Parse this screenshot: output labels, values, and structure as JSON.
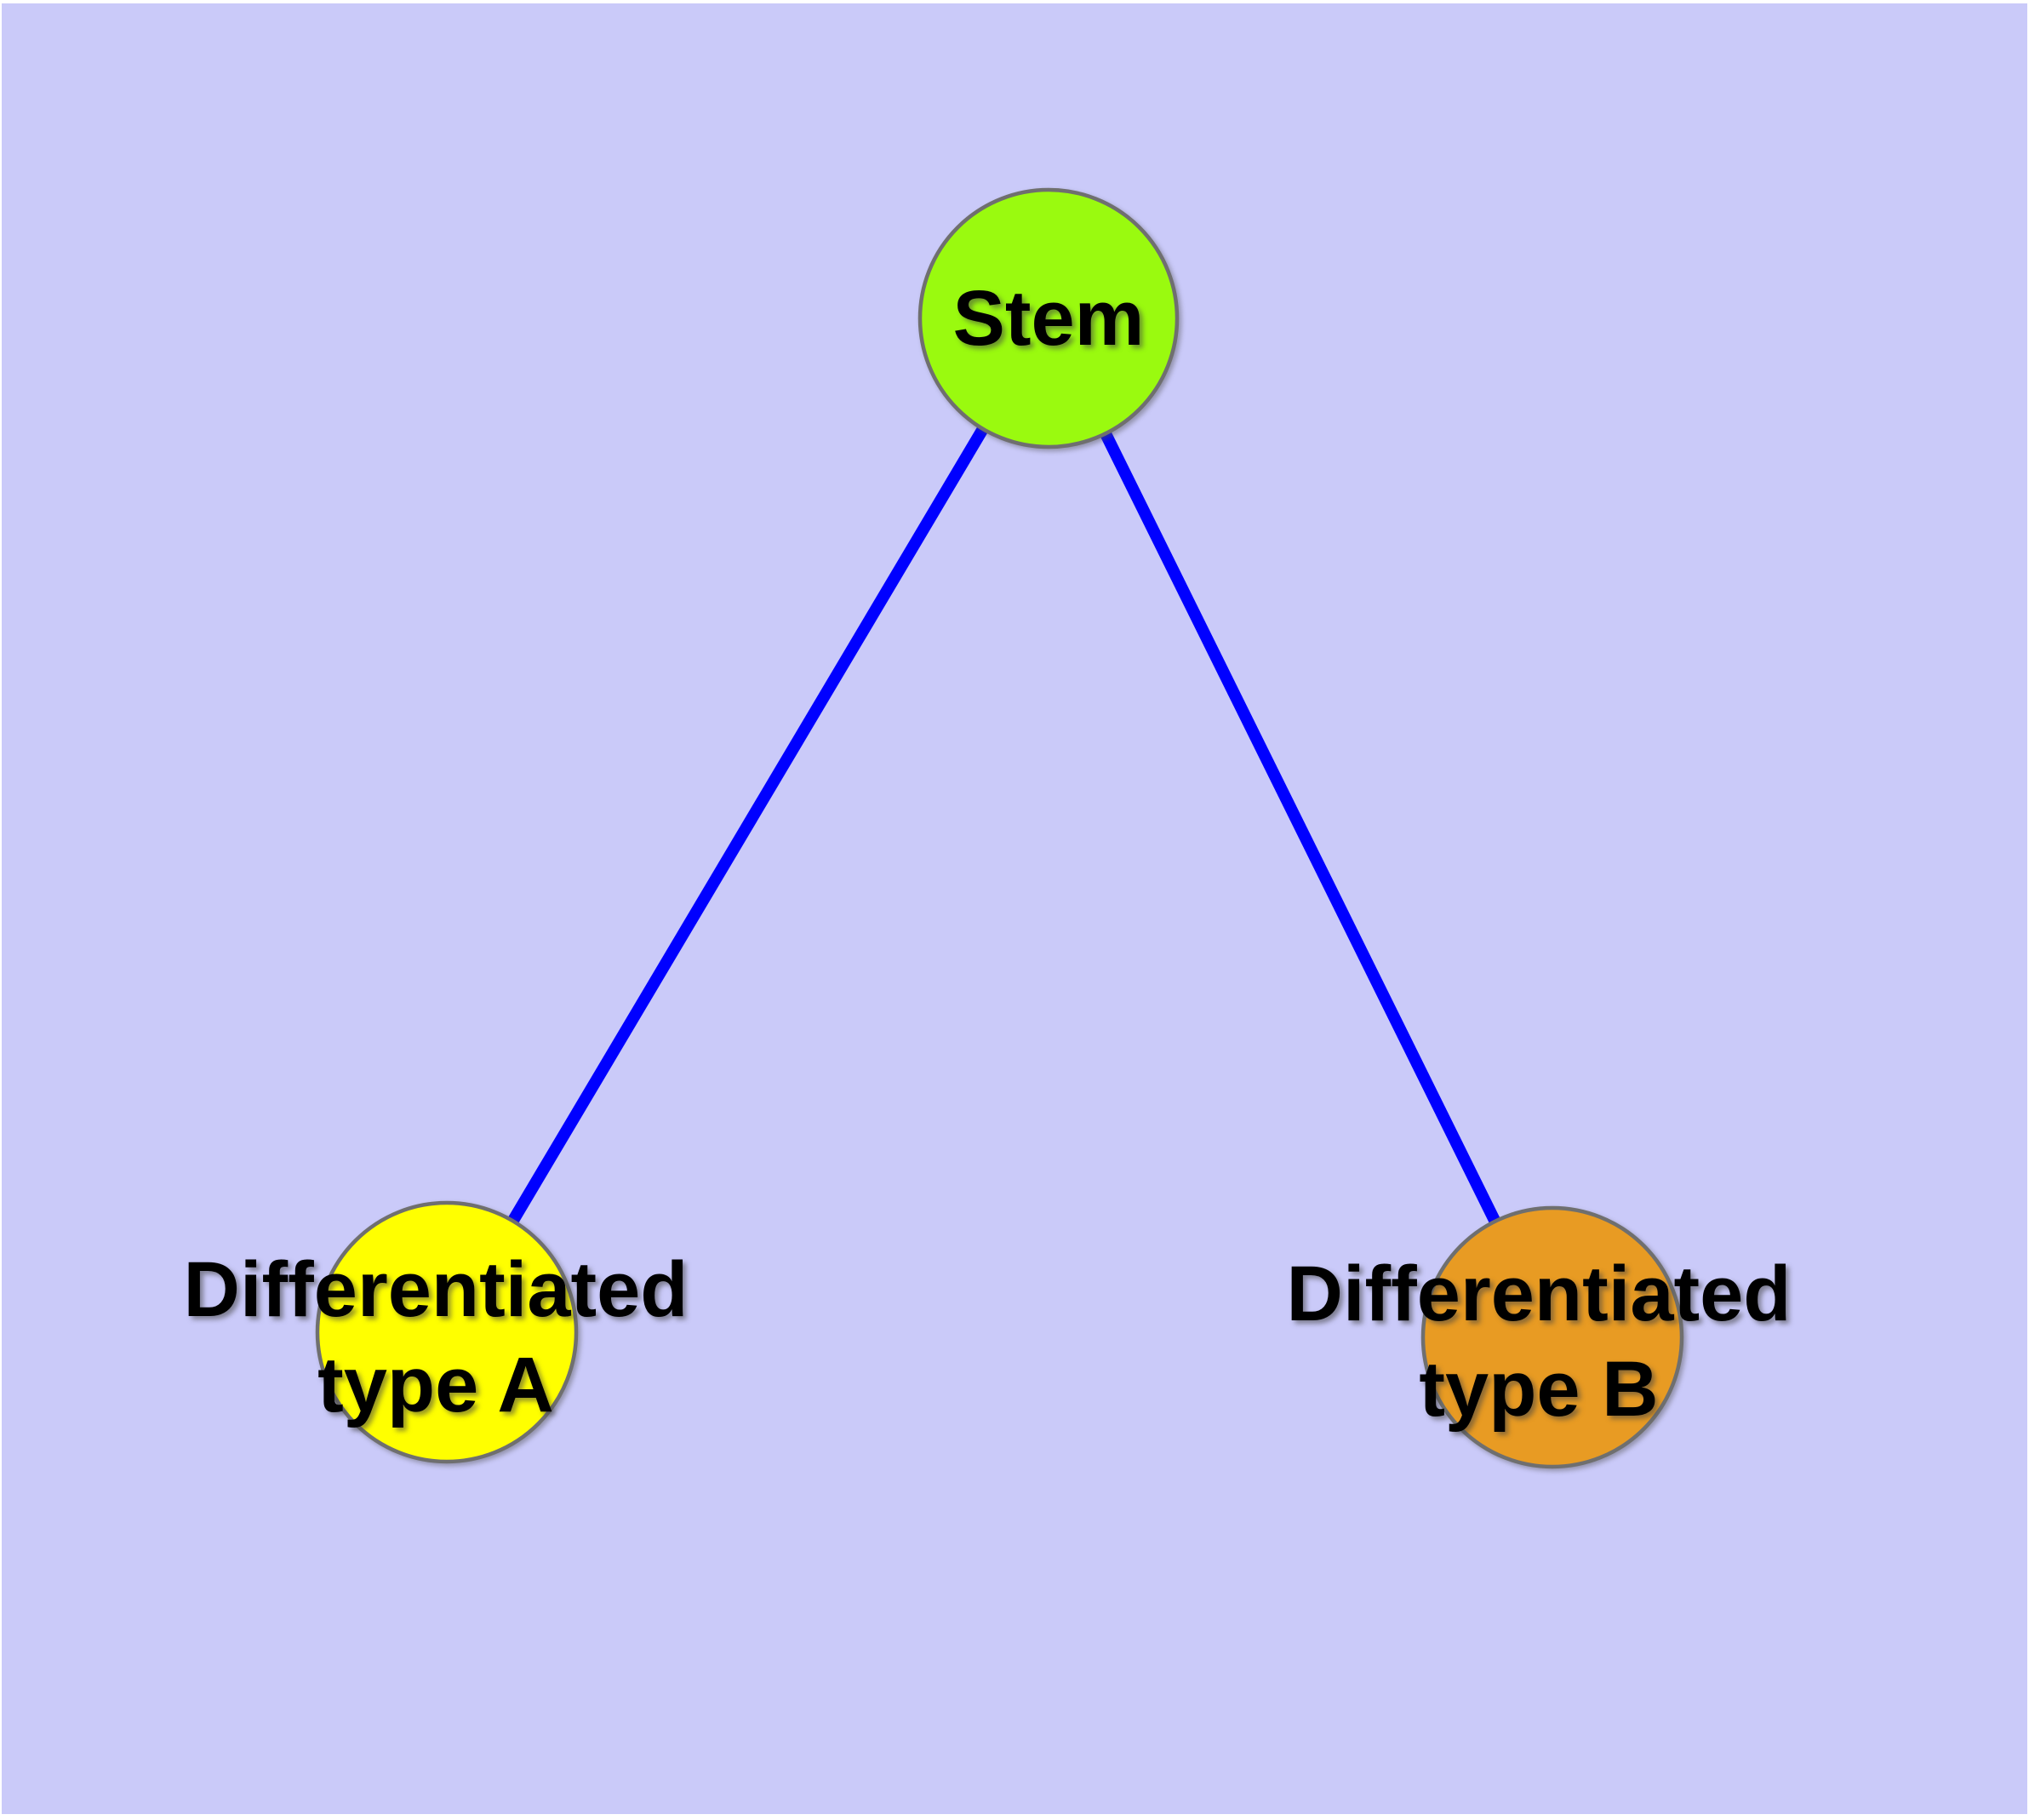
{
  "canvas": {
    "page_color": "#ffffff",
    "background_color": "#cacaf9"
  },
  "graph": {
    "text_color": "#000000",
    "nodes": [
      {
        "id": "stem",
        "label": "Stem",
        "fill": "#9afa0f",
        "border_color": "#6f6f6f"
      },
      {
        "id": "differentiated-type-a",
        "label": "Differentiated\ntype A",
        "fill": "#ffff00",
        "border_color": "#6f6f6f"
      },
      {
        "id": "differentiated-type-b",
        "label": "Differentiated\ntype B",
        "fill": "#e89b23",
        "border_color": "#6f6f6f"
      }
    ],
    "edges": [
      {
        "from": "stem",
        "to": "differentiated-type-a",
        "color": "#0000ff"
      },
      {
        "from": "stem",
        "to": "differentiated-type-b",
        "color": "#0000ff"
      }
    ]
  }
}
